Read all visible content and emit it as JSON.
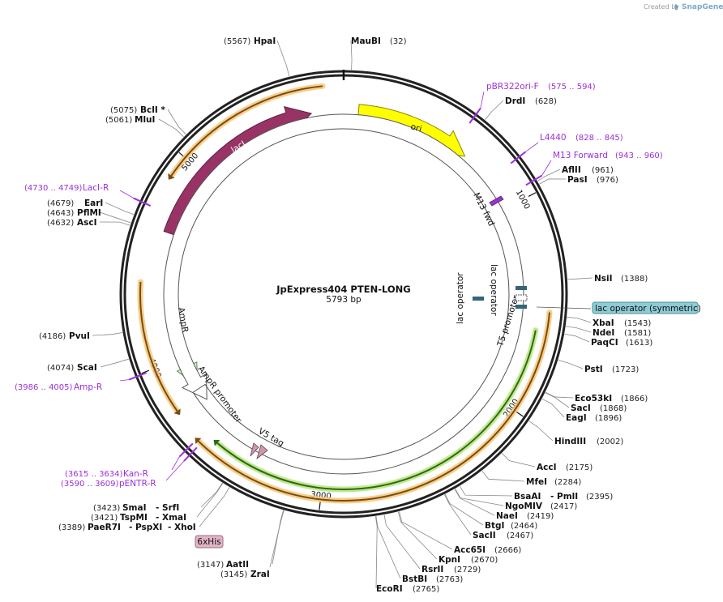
{
  "branding": {
    "created_by": "Created by",
    "product": "SnapGene"
  },
  "plasmid": {
    "name": "JpExpress404 PTEN-LONG",
    "size": "5793 bp",
    "length": 5793
  },
  "ticks": [
    {
      "pos": 1000,
      "label": "1000"
    },
    {
      "pos": 2000,
      "label": "2000"
    },
    {
      "pos": 3000,
      "label": "3000"
    },
    {
      "pos": 4000,
      "label": "4000"
    },
    {
      "pos": 5000,
      "label": "5000"
    }
  ],
  "sites": [
    {
      "name": "MauBI",
      "pos": "(32)",
      "bp": 32
    },
    {
      "name": "DrdI",
      "pos": "(628)",
      "bp": 628
    },
    {
      "name": "AflII",
      "pos": "(961)",
      "bp": 961
    },
    {
      "name": "PasI",
      "pos": "(976)",
      "bp": 976
    },
    {
      "name": "NsiI",
      "pos": "(1388)",
      "bp": 1388
    },
    {
      "name": "XbaI",
      "pos": "(1543)",
      "bp": 1543
    },
    {
      "name": "NdeI",
      "pos": "(1581)",
      "bp": 1581
    },
    {
      "name": "PaqCI",
      "pos": "(1613)",
      "bp": 1613
    },
    {
      "name": "PstI",
      "pos": "(1723)",
      "bp": 1723
    },
    {
      "name": "Eco53kI",
      "pos": "(1866)",
      "bp": 1866
    },
    {
      "name": "SacI",
      "pos": "(1868)",
      "bp": 1868
    },
    {
      "name": "EagI",
      "pos": "(1896)",
      "bp": 1896
    },
    {
      "name": "HindIII",
      "pos": "(2002)",
      "bp": 2002
    },
    {
      "name": "AccI",
      "pos": "(2175)",
      "bp": 2175
    },
    {
      "name": "MfeI",
      "pos": "(2284)",
      "bp": 2284
    },
    {
      "name": "BsaAI",
      "name2": "PmlI",
      "pos": "(2395)",
      "bp": 2395
    },
    {
      "name": "NgoMIV",
      "pos": "(2417)",
      "bp": 2417
    },
    {
      "name": "NaeI",
      "pos": "(2419)",
      "bp": 2419
    },
    {
      "name": "BtgI",
      "pos": "(2464)",
      "bp": 2464
    },
    {
      "name": "SacII",
      "pos": "(2467)",
      "bp": 2467
    },
    {
      "name": "Acc65I",
      "pos": "(2666)",
      "bp": 2666
    },
    {
      "name": "KpnI",
      "pos": "(2670)",
      "bp": 2670
    },
    {
      "name": "RsrII",
      "pos": "(2729)",
      "bp": 2729
    },
    {
      "name": "BstBI",
      "pos": "(2763)",
      "bp": 2763
    },
    {
      "name": "EcoRI",
      "pos": "(2765)",
      "bp": 2765
    },
    {
      "name": "ZraI",
      "pos": "(3145)",
      "bp": 3145
    },
    {
      "name": "AatII",
      "pos": "(3147)",
      "bp": 3147
    },
    {
      "name": "PaeR7I",
      "name2": "PspXI",
      "name3": "XhoI",
      "pos": "(3389)",
      "bp": 3389
    },
    {
      "name": "TspMI",
      "name2": "XmaI",
      "pos": "(3421)",
      "bp": 3421
    },
    {
      "name": "SmaI",
      "name2": "SrfI",
      "pos": "(3423)",
      "bp": 3423
    },
    {
      "name": "ScaI",
      "pos": "(4074)",
      "bp": 4074
    },
    {
      "name": "PvuI",
      "pos": "(4186)",
      "bp": 4186
    },
    {
      "name": "AscI",
      "pos": "(4632)",
      "bp": 4632
    },
    {
      "name": "PflMI",
      "pos": "(4643)",
      "bp": 4643
    },
    {
      "name": "EarI",
      "pos": "(4679)",
      "bp": 4679
    },
    {
      "name": "MluI",
      "pos": "(5061)",
      "bp": 5061
    },
    {
      "name": "BclI *",
      "pos": "(5075)",
      "bp": 5075
    },
    {
      "name": "HpaI",
      "pos": "(5567)",
      "bp": 5567
    }
  ],
  "primers": [
    {
      "name": "pBR322ori-F",
      "range": "(575 .. 594)",
      "bp": 585
    },
    {
      "name": "L4440",
      "range": "(828 .. 845)",
      "bp": 836
    },
    {
      "name": "M13 Forward",
      "range": "(943 .. 960)",
      "bp": 951
    },
    {
      "name": "LacI-R",
      "range": "(4730 .. 4749)",
      "bp": 4740
    },
    {
      "name": "Amp-R",
      "range": "(3986 .. 4005)",
      "bp": 3995
    },
    {
      "name": "Kan-R",
      "range": "(3615 .. 3634)",
      "bp": 3625
    },
    {
      "name": "pENTR-R",
      "range": "(3590 .. 3609)",
      "bp": 3600
    }
  ],
  "features": [
    {
      "name": "ori",
      "color": "#ffff00",
      "start": 75,
      "end": 665
    },
    {
      "name": "lacI",
      "color": "#993366",
      "start": 4655,
      "end": 5630
    },
    {
      "name": "AmpR",
      "color": "#ccffcc",
      "start": 4355,
      "end": 3825
    },
    {
      "name": "AmpR promoter",
      "color": "#ffffff",
      "start": 3812,
      "end": 3740
    },
    {
      "name": "M13 fwd",
      "color": "#9933cc"
    },
    {
      "name": "lac operator",
      "color": "#336677"
    },
    {
      "name": "lac operator",
      "color": "#336677"
    },
    {
      "name": "T5 promoter",
      "color": "#ffffff"
    },
    {
      "name": "V5 tag",
      "color": "#cc99aa"
    },
    {
      "name": "6xHis",
      "color": "#e0b4c6"
    },
    {
      "name": "lac operator (symmetric)",
      "color": "#8ecbd6"
    }
  ],
  "orfs": {
    "green_start": 1620,
    "green_end": 3545,
    "orange_inner_start": 1530,
    "orange_inner_end": 3615,
    "orange_outer_start": 5700,
    "orange_outer_end": 4900,
    "orange_left_start": 4400,
    "orange_left_end": 3780
  }
}
